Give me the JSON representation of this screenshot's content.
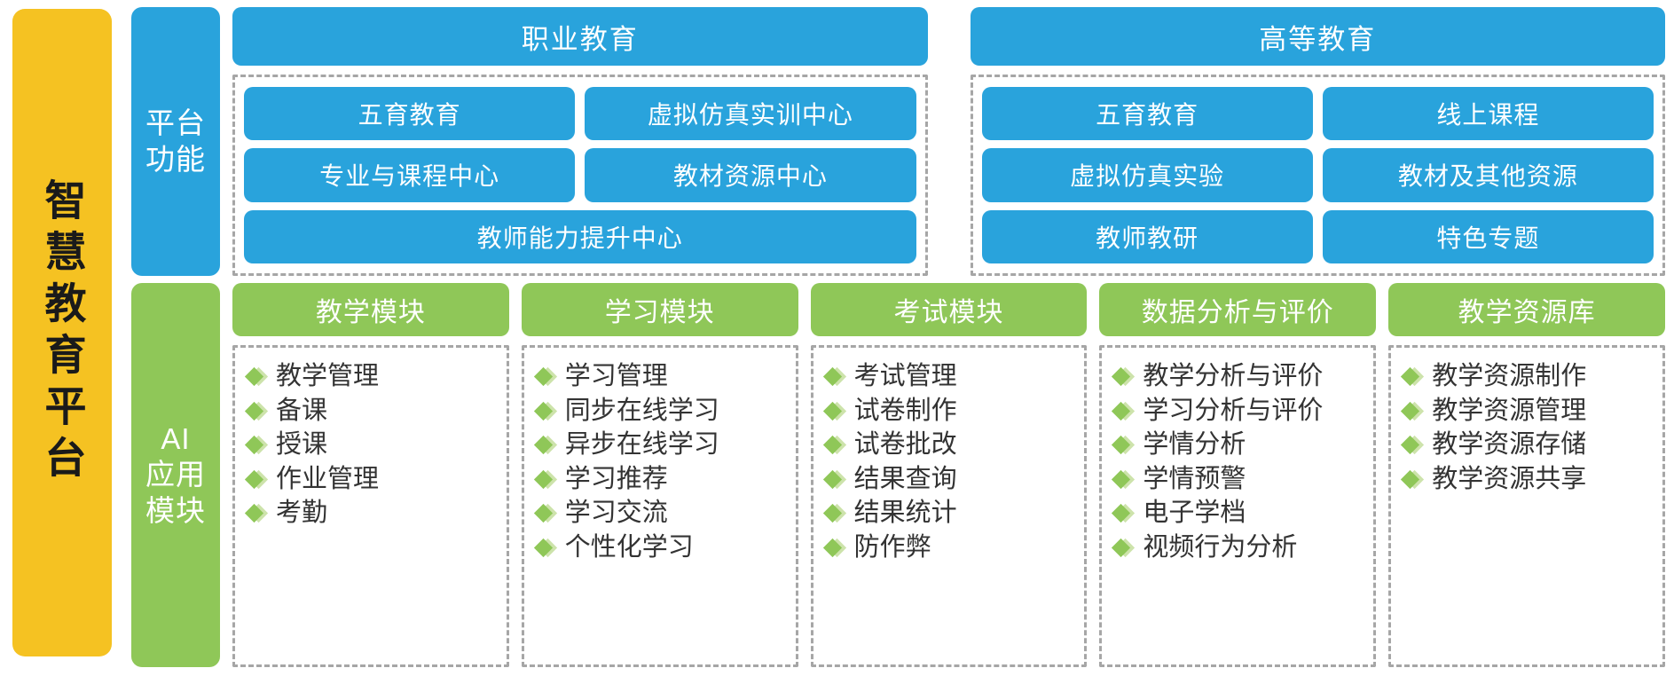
{
  "brand": {
    "title": "智慧教育平台"
  },
  "sections": {
    "platform": {
      "label": "平台\n功能",
      "label_lines": [
        "平台",
        "功能"
      ]
    },
    "ai": {
      "label": "AI\n应用\n模块",
      "label_lines": [
        "AI",
        "应用",
        "模块"
      ]
    }
  },
  "platform_panels": [
    {
      "title": "职业教育",
      "rows": [
        [
          "五育教育",
          "虚拟仿真实训中心"
        ],
        [
          "专业与课程中心",
          "教材资源中心"
        ],
        [
          "教师能力提升中心"
        ]
      ]
    },
    {
      "title": "高等教育",
      "rows": [
        [
          "五育教育",
          "线上课程"
        ],
        [
          "虚拟仿真实验",
          "教材及其他资源"
        ],
        [
          "教师教研",
          "特色专题"
        ]
      ]
    }
  ],
  "ai_modules": [
    {
      "title": "教学模块",
      "items": [
        "教学管理",
        "备课",
        "授课",
        "作业管理",
        "考勤"
      ]
    },
    {
      "title": "学习模块",
      "items": [
        "学习管理",
        "同步在线学习",
        "异步在线学习",
        "学习推荐",
        "学习交流",
        "个性化学习"
      ]
    },
    {
      "title": "考试模块",
      "items": [
        "考试管理",
        "试卷制作",
        "试卷批改",
        "结果查询",
        "结果统计",
        "防作弊"
      ]
    },
    {
      "title": "数据分析与评价",
      "items": [
        "教学分析与评价",
        "学习分析与评价",
        "学情分析",
        "学情预警",
        "电子学档",
        "视频行为分析"
      ]
    },
    {
      "title": "教学资源库",
      "items": [
        "教学资源制作",
        "教学资源管理",
        "教学资源存储",
        "教学资源共享"
      ]
    }
  ],
  "colors": {
    "brand_yellow": "#f5c222",
    "accent_blue": "#29a3dc",
    "accent_green": "#8fc758",
    "dashed_border": "#a6a6a6",
    "text_dark": "#333333"
  }
}
